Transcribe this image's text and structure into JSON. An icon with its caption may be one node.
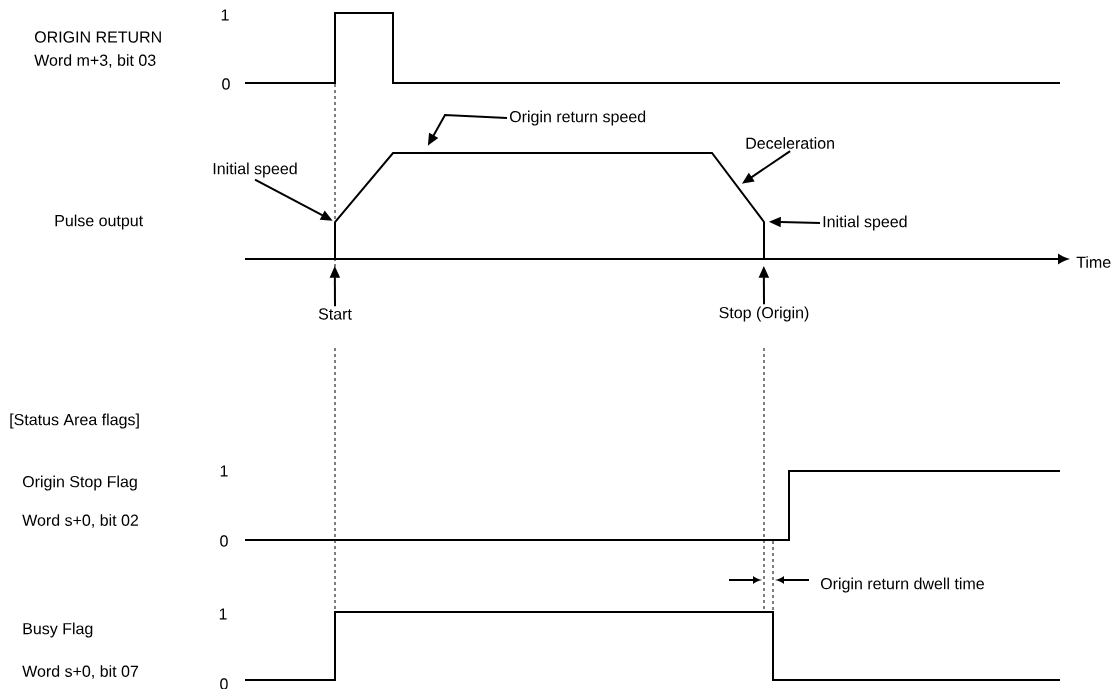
{
  "diagram": {
    "nodes": [
      {
        "text": [
          "Origin return speed"
        ]
      },
      {
        "text": [
          "Initial speed"
        ]
      },
      {
        "text": [
          "Deceleration"
        ]
      },
      {
        "text": [
          "Initial speed"
        ]
      },
      {
        "text": [
          "Start"
        ]
      },
      {
        "text": [
          "Stop (Origin)"
        ]
      },
      {
        "text": [],
        "shape": "trapezoid"
      }
    ],
    "edges": [
      {
        "from": 0,
        "to": 6,
        "arrow": "to"
      },
      {
        "from": 1,
        "to": 6,
        "arrow": "to"
      },
      {
        "from": 2,
        "to": 6,
        "arrow": "to"
      },
      {
        "from": 3,
        "to": 6,
        "arrow": "to"
      },
      {
        "from": 4,
        "to": 6,
        "arrow": "to"
      },
      {
        "from": 5,
        "to": 6,
        "arrow": "to"
      }
    ],
    "labels": [
      "1",
      "ORIGIN RETURN",
      "Word m+3, bit 03",
      "0",
      "Pulse output",
      "Time",
      "[Status Area flags]",
      "1",
      "Origin Stop Flag",
      "Word s+0, bit 02",
      "0",
      "Origin return dwell time",
      "1",
      "Busy Flag",
      "Word s+0, bit 07",
      "0"
    ]
  }
}
